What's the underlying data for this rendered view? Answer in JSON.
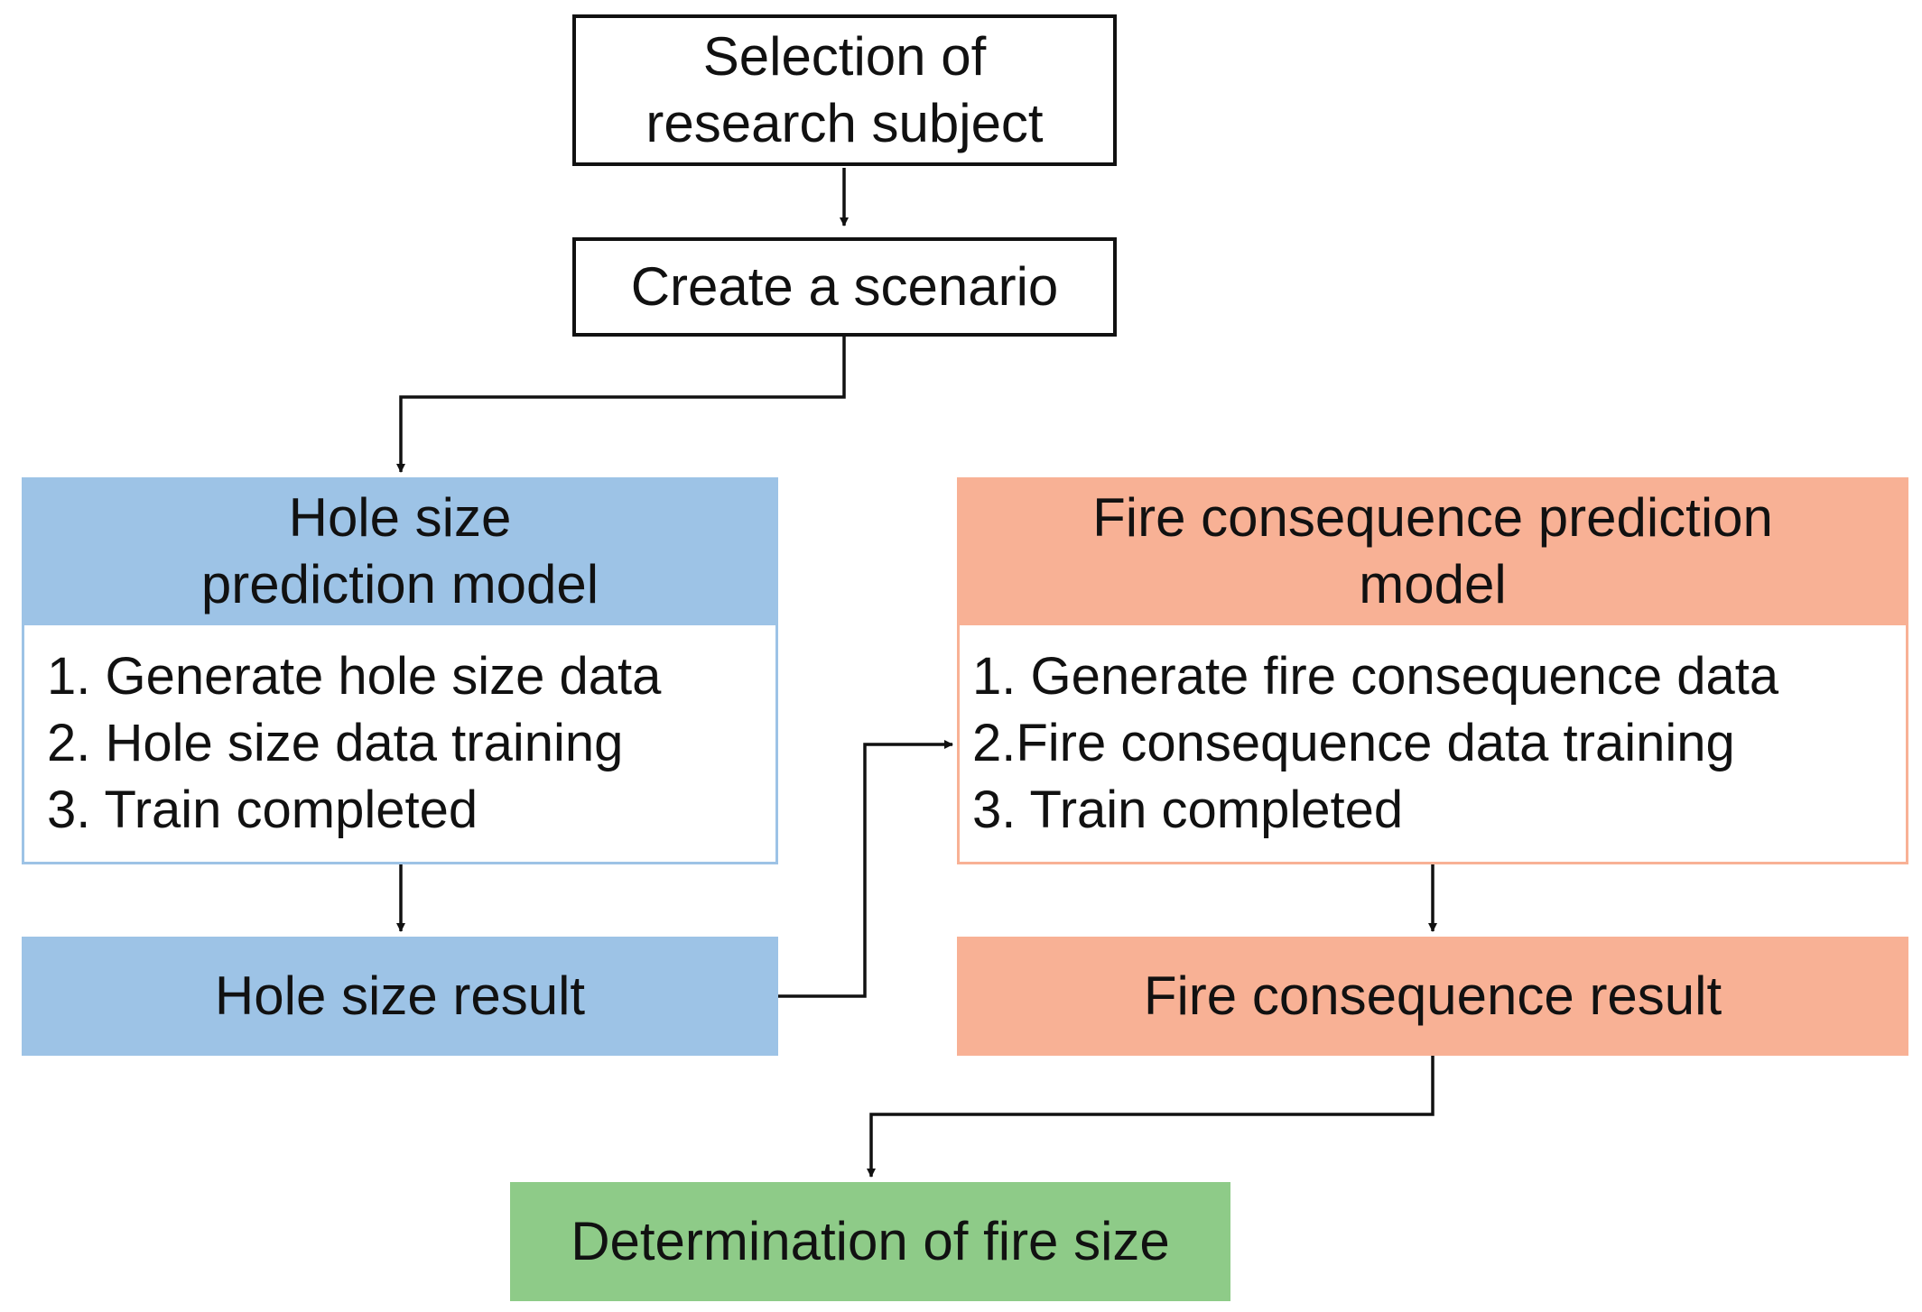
{
  "nodes": {
    "selection": {
      "lines": [
        "Selection of",
        "research subject"
      ]
    },
    "scenario": {
      "label": "Create a scenario"
    },
    "hole_model": {
      "title_lines": [
        "Hole size",
        "prediction model"
      ],
      "steps": [
        "1. Generate hole size data",
        "2. Hole size data training",
        "3. Train completed"
      ]
    },
    "hole_result": {
      "label": "Hole size result"
    },
    "fire_model": {
      "title_lines": [
        "Fire consequence prediction",
        "model"
      ],
      "steps": [
        "1. Generate fire consequence data",
        "2.Fire consequence data training",
        "3.  Train completed"
      ]
    },
    "fire_result": {
      "label": "Fire consequence result"
    },
    "fire_size": {
      "label": "Determination of fire size"
    }
  },
  "colors": {
    "blue": "#9DC3E6",
    "orange": "#F8B195",
    "green": "#8ECB88",
    "line": "#111111"
  }
}
